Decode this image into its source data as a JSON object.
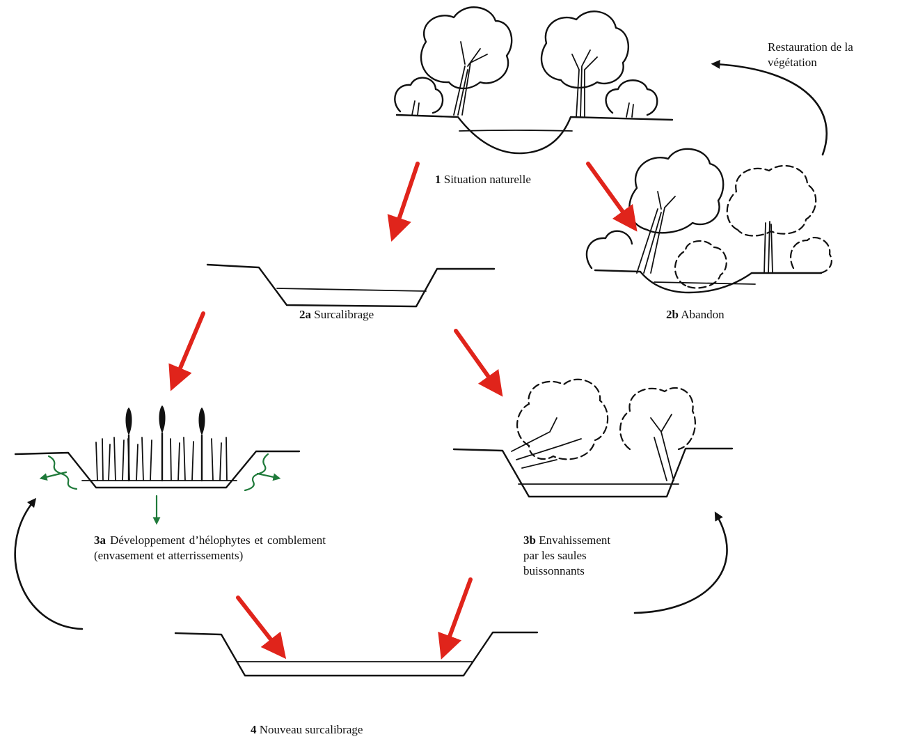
{
  "stages": {
    "s1": {
      "num": "1",
      "text": "Situation naturelle"
    },
    "s2a": {
      "num": "2a",
      "text": "Surcalibrage"
    },
    "s2b": {
      "num": "2b",
      "text": "Abandon"
    },
    "s3a": {
      "num": "3a",
      "text": "Développement d’hélophytes et comblement (envasement et atterrissements)"
    },
    "s3b": {
      "num": "3b",
      "text": "Envahissement par les saules buissonnants"
    },
    "s4": {
      "num": "4",
      "text": "Nouveau surcalibrage"
    }
  },
  "restoration": {
    "text": "Restauration de la végétation"
  },
  "colors": {
    "transition_arrow": "#e0241b",
    "cycle_arrow": "#111111",
    "water_seepage": "#1f7a3a"
  }
}
